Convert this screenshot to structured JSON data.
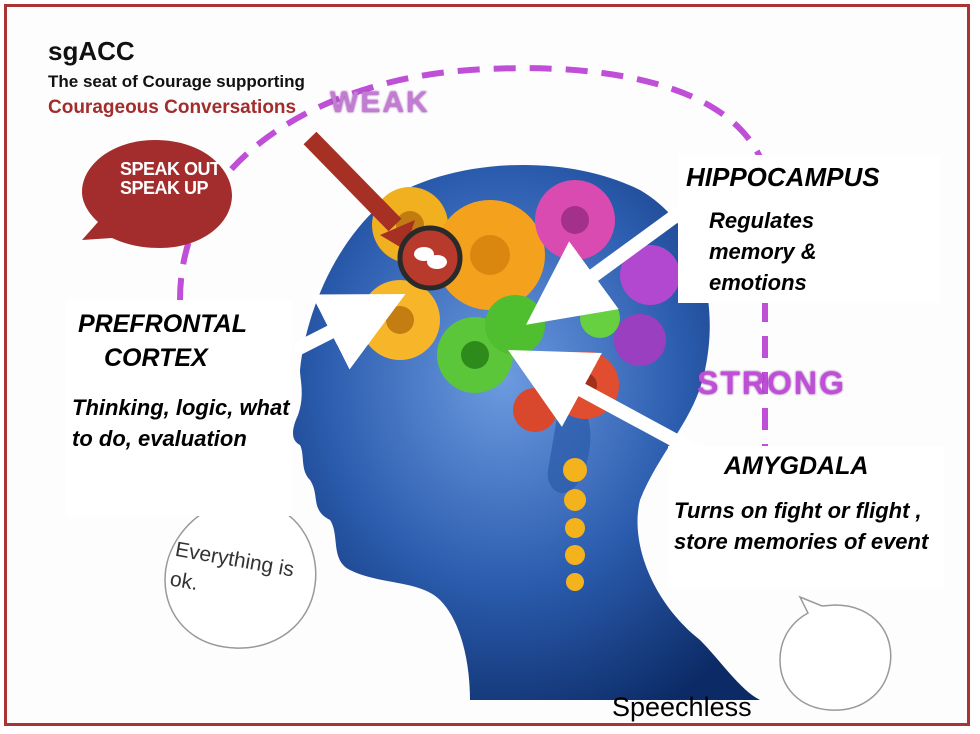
{
  "header": {
    "title": "sgACC",
    "subtitle": "The seat of Courage supporting",
    "subtitle_highlight": "Courageous Conversations"
  },
  "logo": {
    "text": "SPEAK OUT SPEAK UP",
    "icon": "speech-bubble-icon"
  },
  "scale": {
    "weak_label": "WEAK",
    "strong_label": "STRONG"
  },
  "regions": {
    "prefrontal": {
      "title_line1": "PREFRONTAL",
      "title_line2": "CORTEX",
      "description": "Thinking, logic, what to do, evaluation"
    },
    "hippocampus": {
      "title": "HIPPOCAMPUS",
      "description": "Regulates memory & emotions"
    },
    "amygdala": {
      "title": "AMYGDALA",
      "description": "Turns on fight or flight , store memories of event"
    }
  },
  "bubbles": {
    "everything_ok": "Everything is ok.",
    "speechless": "Speechless"
  },
  "colors": {
    "brand_red": "#a32d2d",
    "dashed_purple": "#c04fd8",
    "head_blue": "#1c4f9c",
    "gear_orange": "#f4a21d",
    "gear_green": "#5cc63a",
    "gear_pink": "#d94bb0"
  }
}
